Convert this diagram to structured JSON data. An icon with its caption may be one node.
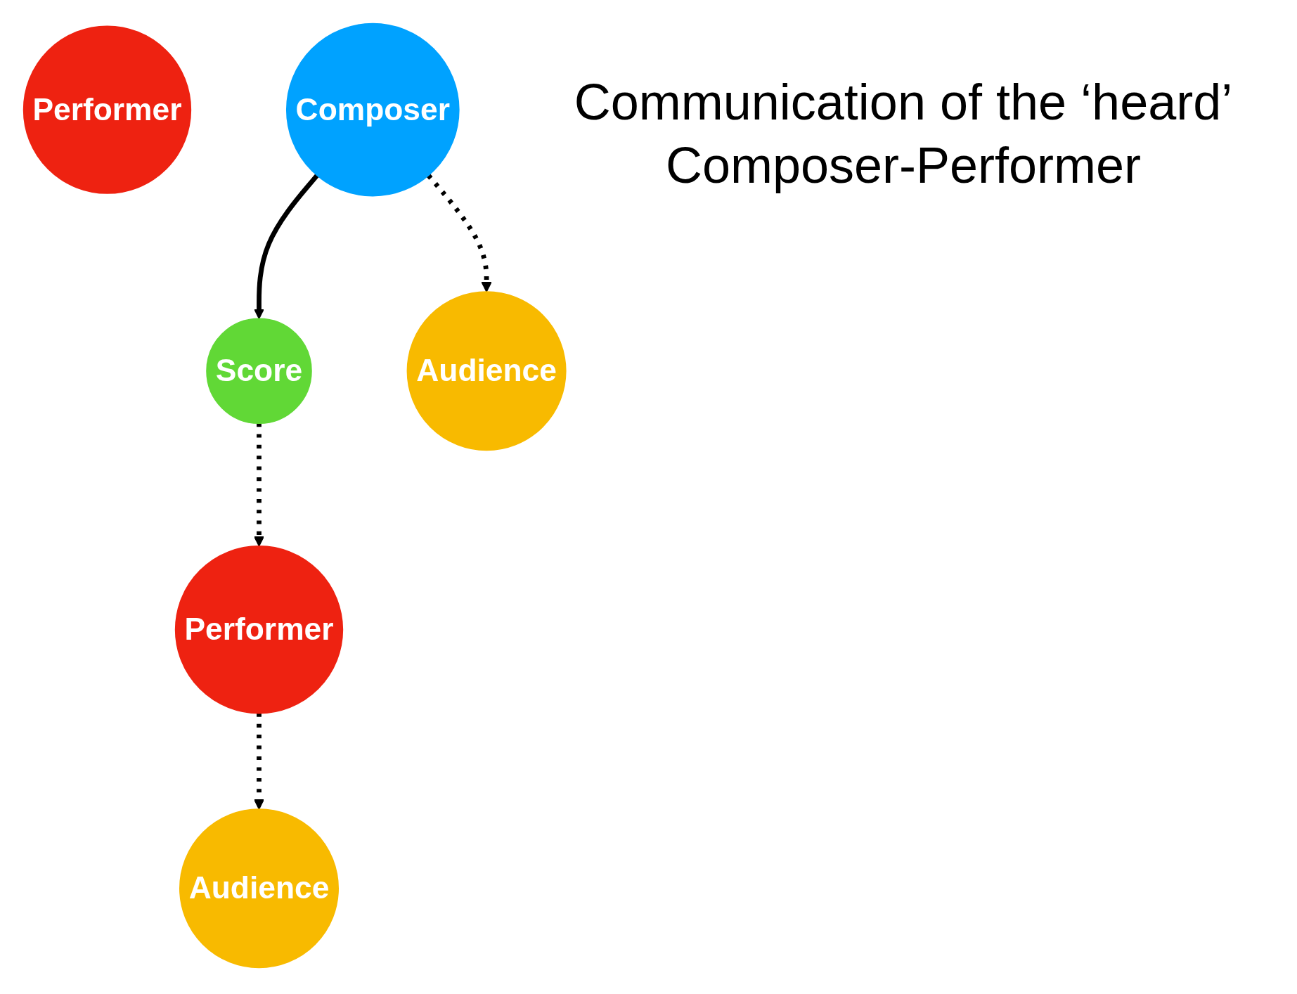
{
  "diagram": {
    "title": "Communication of the ‘heard’ Composer-Performer",
    "nodes": [
      {
        "text": [
          "Performer"
        ]
      },
      {
        "text": [
          "Composer"
        ]
      },
      {
        "text": [
          "Score"
        ]
      },
      {
        "text": [
          "Performer"
        ]
      },
      {
        "text": [
          "Audience"
        ]
      },
      {
        "text": [
          "Audience"
        ]
      }
    ],
    "edges": [
      {
        "from": 1,
        "to": 2,
        "arrow": "to"
      },
      {
        "from": 1,
        "to": 4,
        "arrow": "to",
        "style": "dashed"
      },
      {
        "from": 2,
        "to": 3,
        "arrow": "to",
        "style": "dashed"
      },
      {
        "from": 3,
        "to": 5,
        "arrow": "to",
        "style": "dashed"
      }
    ]
  }
}
